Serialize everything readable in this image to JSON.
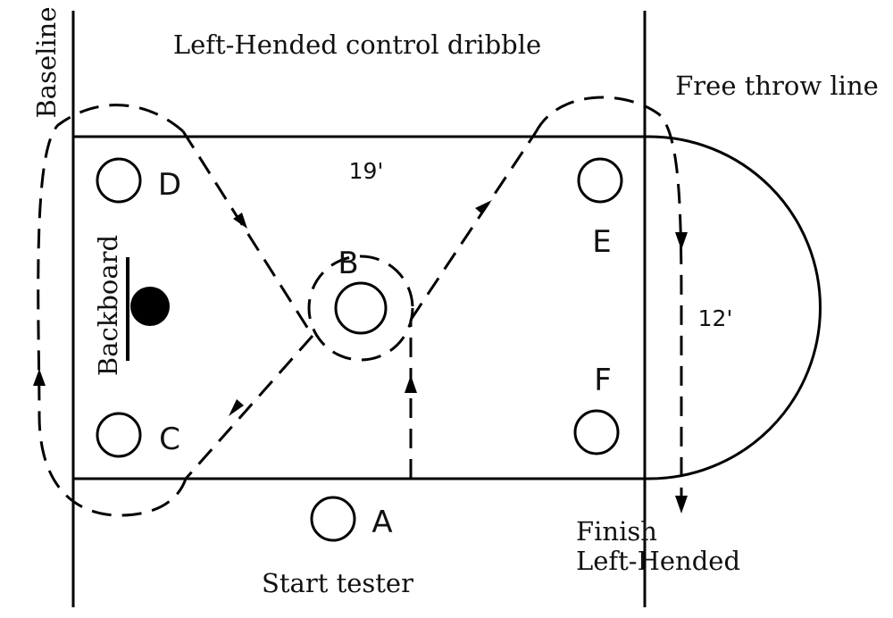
{
  "title": "Left-Hended control dribble",
  "labels": {
    "baseline": "Baseline",
    "free_throw_line": "Free throw line",
    "backboard": "Backboard",
    "start": "Start tester",
    "finish_line1": "Finish",
    "finish_line2": "Left-Hended"
  },
  "dimensions": {
    "length": "19'",
    "width": "12'"
  },
  "cones": {
    "a": "A",
    "b": "B",
    "c": "C",
    "d": "D",
    "e": "E",
    "f": "F"
  }
}
